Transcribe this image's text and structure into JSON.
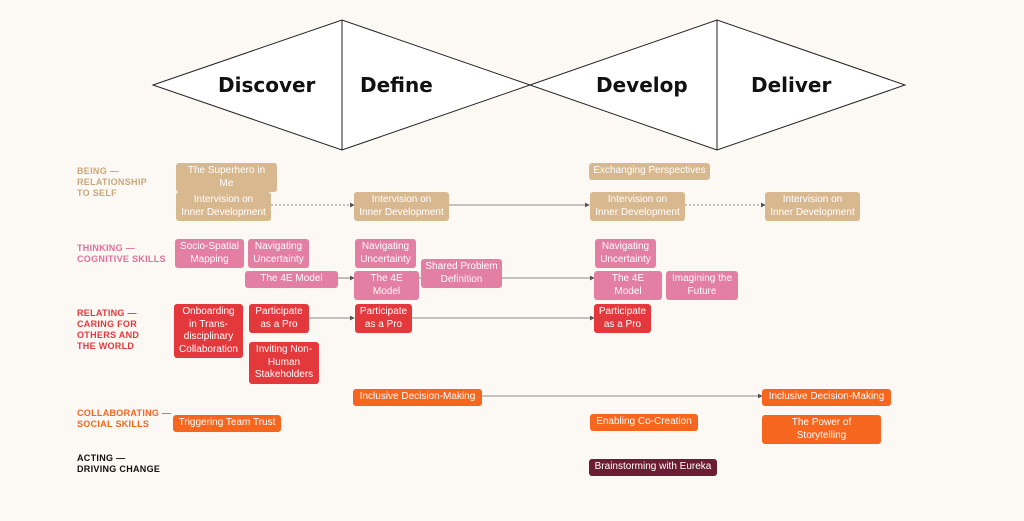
{
  "phases": {
    "discover": "Discover",
    "define": "Define",
    "develop": "Develop",
    "deliver": "Deliver"
  },
  "categories": {
    "being": "BEING —\nRELATIONSHIP\nTO SELF",
    "thinking": "THINKING —\nCOGNITIVE SKILLS",
    "relating": "RELATING —\nCARING FOR\nOTHERS AND\nTHE WORLD",
    "collaborating": "COLLABORATING —\nSOCIAL SKILLS",
    "acting": "ACTING —\nDRIVING CHANGE"
  },
  "colors": {
    "being": "#c9a67b",
    "thinking": "#e0709a",
    "relating": "#e3393d",
    "collaborating": "#f6661e",
    "acting": "#6b1d34"
  },
  "tools": {
    "superhero": "The Superhero in Me",
    "exchanging": "Exchanging Perspectives",
    "intervision": "Intervision on\nInner Development",
    "sociospatial": "Socio-Spatial\nMapping",
    "navigating": "Navigating\nUncertainty",
    "model4e": "The 4E Model",
    "shared_problem": "Shared Problem\nDefinition",
    "imagining": "Imagining the\nFuture",
    "onboarding": "Onboarding\nin Trans-\ndisciplinary\nCollaboration",
    "participate": "Participate\nas a Pro",
    "inviting": "Inviting Non-\nHuman\nStakeholders",
    "inclusive": "Inclusive Decision-Making",
    "team_trust": "Triggering Team Trust",
    "cocreation": "Enabling Co-Creation",
    "storytelling": "The Power of Storytelling",
    "brainstorming": "Brainstorming with Eureka"
  }
}
